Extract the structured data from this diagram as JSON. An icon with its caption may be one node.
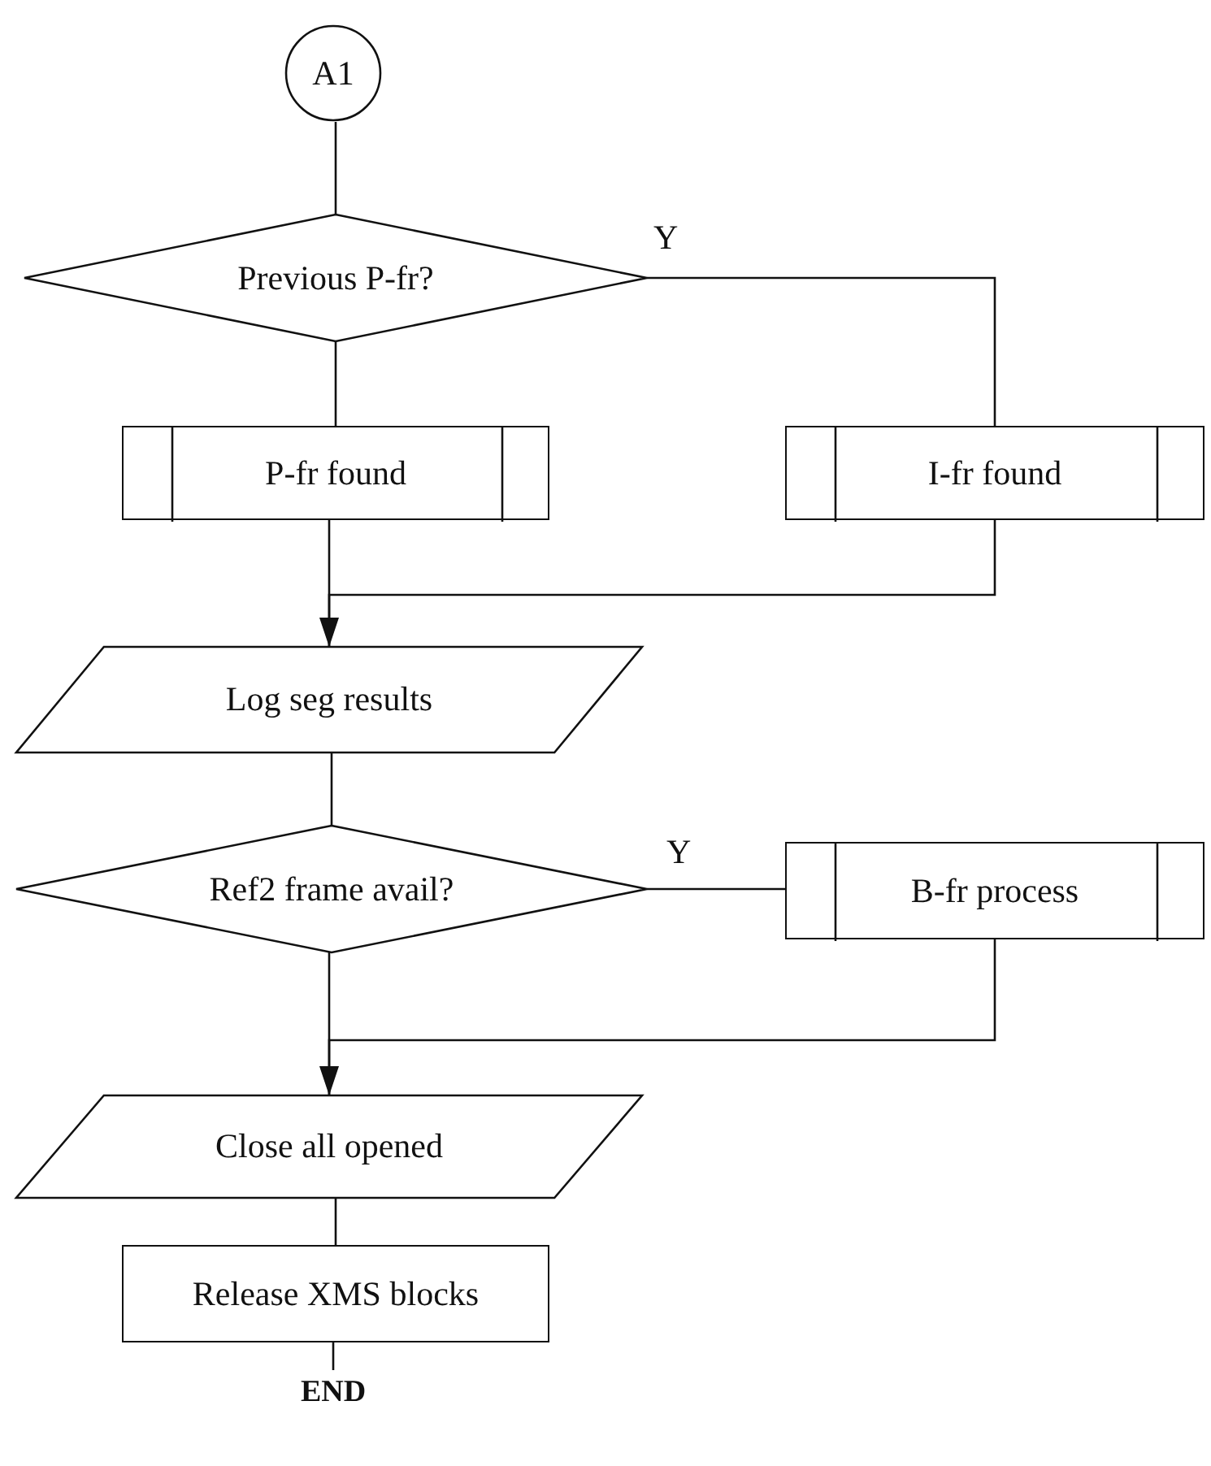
{
  "diagram": {
    "nodes": [
      {
        "text": [
          "A1"
        ]
      },
      {
        "text": [
          "Previous P-fr?"
        ]
      },
      {
        "text": [
          "P-fr found"
        ]
      },
      {
        "text": [
          "I-fr found"
        ]
      },
      {
        "text": [
          "Log seg results"
        ]
      },
      {
        "text": [
          "Ref2 frame avail?"
        ]
      },
      {
        "text": [
          "B-fr process"
        ]
      },
      {
        "text": [
          "Close all opened"
        ]
      },
      {
        "text": [
          "Release XMS blocks"
        ]
      },
      {
        "text": [
          "END"
        ]
      }
    ],
    "edges": [
      {
        "from": 0,
        "to": 1,
        "arrow": "none"
      },
      {
        "from": 1,
        "to": 2,
        "arrow": "none"
      },
      {
        "from": 1,
        "to": 3,
        "arrow": "none",
        "label": "Y"
      },
      {
        "from": 2,
        "to": 4,
        "arrow": "none"
      },
      {
        "from": 3,
        "to": 4,
        "arrow": "to"
      },
      {
        "from": 4,
        "to": 5,
        "arrow": "none"
      },
      {
        "from": 5,
        "to": 6,
        "arrow": "none",
        "label": "Y"
      },
      {
        "from": 5,
        "to": 7,
        "arrow": "none"
      },
      {
        "from": 6,
        "to": 7,
        "arrow": "to"
      },
      {
        "from": 7,
        "to": 8,
        "arrow": "none"
      },
      {
        "from": 8,
        "to": 9,
        "arrow": "none"
      }
    ]
  }
}
